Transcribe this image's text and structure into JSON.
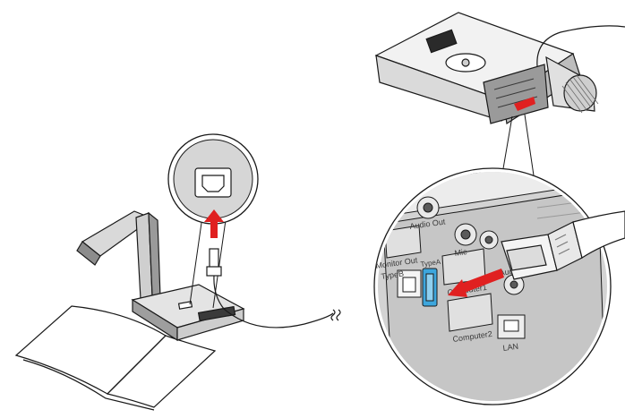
{
  "colors": {
    "line": "#1a1a1a",
    "panel": "#cfcfcf",
    "panel_dark": "#a9a9a9",
    "body_grey": "#bfbfbf",
    "highlight_port": "#3da6dd",
    "arrow_red": "#e02020"
  },
  "left_illustration": {
    "icons": [
      "document-camera-icon",
      "open-booklet-icon",
      "usb-type-b-port-icon",
      "usb-cable-icon",
      "insert-arrow-icon"
    ]
  },
  "right_illustration": {
    "icons": [
      "projector-icon",
      "usb-type-a-cable-icon",
      "insert-arrow-icon"
    ],
    "port_labels": {
      "audio_out": "Audio Out",
      "monitor_out": "Monitor Out",
      "mic": "Mic",
      "type_a": "TypeA",
      "type_b": "TypeB",
      "computer1": "Computer1",
      "computer2": "Computer2",
      "audio2": "Audio2",
      "lan": "LAN"
    }
  }
}
